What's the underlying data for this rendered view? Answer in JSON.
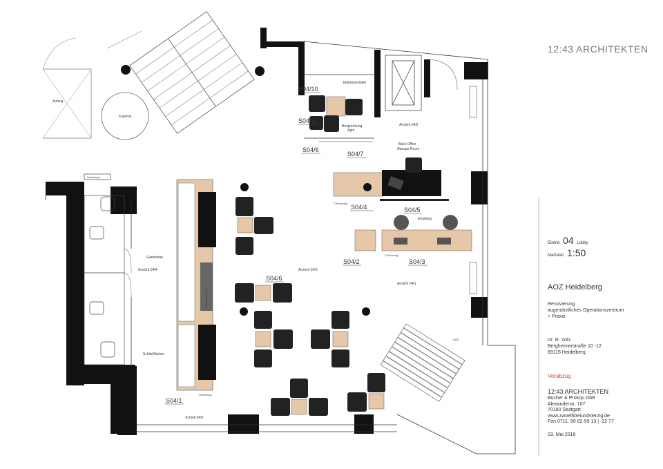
{
  "firm_logo": "12:43 ARCHITEKTEN",
  "plan_labels": {
    "aufzug": "Aufzug",
    "exponat": "Exponat",
    "elektroverteiler": "Elektroverteiler",
    "besprechung": "Besprechung",
    "besprechung_sub": "Agm.",
    "ansicht_04_2": "Ansicht 04/2",
    "back_office": "Back Office",
    "storage_room": "Storage Room",
    "heizkoerper": "Heizkörper",
    "garderobe": "Garderobe",
    "ansicht_04_4": "Ansicht 04/4",
    "ansicht_04_3": "Ansicht 04/3",
    "ansicht_04_1": "Ansicht 04/1",
    "empfang": "Empfang",
    "schliessfaecher": "Schließfächer",
    "schnitt_04_5": "Schnitt 04/5",
    "bildschirm": "Bildschirm/Info",
    "t_zeichnung": "T-Zeichnung",
    "aus": "AUS"
  },
  "tags": {
    "s04_10": "S04/10",
    "s04_11": "S04/11",
    "s04_6a": "S04/6",
    "s04_7": "S04/7",
    "s04_4": "S04/4",
    "s04_5": "S04/5",
    "s04_6b": "S04/6",
    "s04_2": "S04/2",
    "s04_3": "S04/3",
    "s04_1": "S04/1"
  },
  "title_block": {
    "ebene_label": "Ebene",
    "ebene_value": "04",
    "ebene_name": "Lobby",
    "massstab_label": "Maßstab",
    "massstab_value": "1:50",
    "project_title": "AOZ Heidelberg",
    "desc_1": "Renovierung",
    "desc_2": "augenärztliches Operationszentrum",
    "desc_3": "+ Praxis",
    "client_1": "Dr. R. Volz",
    "client_2": "Bergheimerstraße 10 -12",
    "client_3": "69115 Heidelberg",
    "status": "Vorabzug",
    "firm_name": "12:43 ARCHITEKTEN",
    "firm_1": "Bucher & Prokop GbR",
    "firm_2": "Alexanderstr. 107",
    "firm_3": "70180 Stuttgart",
    "firm_4": "www.zwoelfdreiundvierzig.de",
    "firm_5": "Fon 0711. 50 62-99 13 | -22 77",
    "date": "03. Mai 2016"
  },
  "colors": {
    "wall": "#111111",
    "wood": "#e6c8a8",
    "status_red": "#d24a3a",
    "line": "#555555"
  }
}
